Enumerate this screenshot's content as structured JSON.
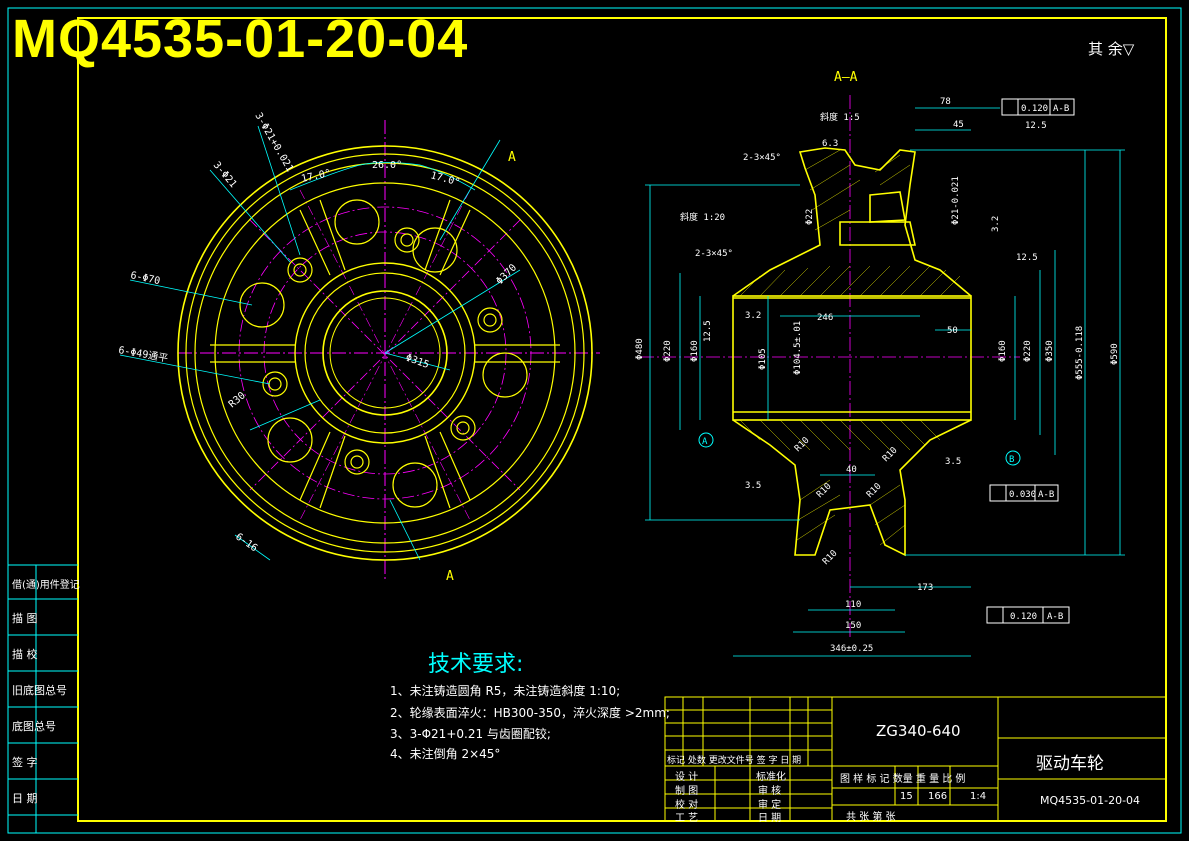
{
  "header": {
    "drawing_number_large": "MQ4535-01-20-04",
    "roughness_note": "其 余▽"
  },
  "views": {
    "section_title": "A—A",
    "section_mark_top": "A",
    "section_mark_bottom": "A"
  },
  "dimensions_front": {
    "d1": "3-Φ21+0.021",
    "d2": "3-Φ21",
    "d3": "6-Φ70",
    "d4": "6-Φ49通平",
    "d5": "26.0°",
    "d6": "17.0°",
    "d7": "17.0°",
    "d8": "Φ370",
    "d9": "Φ315",
    "d10": "R30",
    "d11": "6-16"
  },
  "dimensions_section": {
    "s1": "78",
    "s2": "45",
    "s3": "斜度 1:5",
    "s4": "2-3×45°",
    "s5": "斜度 1:20",
    "s6": "2-3×45°",
    "s7": "246",
    "s8": "50",
    "s9": "Φ480",
    "s10": "Φ220",
    "s11": "Φ160",
    "s12": "Φ105",
    "s13": "Φ104.5±.01",
    "s14": "Φ220",
    "s15": "Φ160",
    "s16": "Φ350",
    "s17": "Φ555-0.118",
    "s18": "Φ590",
    "s19": "40",
    "s20": "3.5",
    "s21": "3.5",
    "s22": "110",
    "s23": "150",
    "s24": "173",
    "s25": "346±0.25",
    "s26": "12.5",
    "s27": "3.2",
    "s28": "R10",
    "s29": "R10",
    "s30": "R10",
    "s31": "R10",
    "s32": "R10",
    "s33": "0.120",
    "s34": "A-B",
    "s35": "0.030",
    "s36": "A-B",
    "s37": "0.120",
    "s38": "A-B",
    "s39": "A",
    "s40": "B",
    "s41": "Φ22",
    "s42": "Φ21-0.021",
    "s43": "12.5",
    "s44": "3.2",
    "s45": "6.3",
    "s46": "12.5"
  },
  "technical_requirements": {
    "title": "技术要求:",
    "items": [
      "1、未注铸造圆角 R5，未注铸造斜度 1:10;",
      "2、轮缘表面淬火：HB300-350，淬火深度 >2mm;",
      "3、3-Φ21+0.21 与齿圈配铰;",
      "4、未注倒角 2×45°"
    ]
  },
  "title_block": {
    "material": "ZG340-640",
    "part_name": "驱动车轮",
    "drawing_number": "MQ4535-01-20-04",
    "rev_header": "标记 处数  更改文件号  签  字 日 期",
    "row_design": "设  计",
    "row_draw": "制  图",
    "row_check": "校  对",
    "row_process": "工  艺",
    "row_std": "标准化",
    "row_review": "审  核",
    "row_approve": "审  定",
    "row_date": "日  期",
    "col_headers": "图 样 标 记  数量  重  量   比  例",
    "quantity": "15",
    "weight": "166",
    "scale": "1:4",
    "sheets_row": "共    张      第      张"
  },
  "side_column": {
    "items": [
      "借(通)用件登记",
      "描    图",
      "描    校",
      "旧底图总号",
      "底图总号",
      "签    字",
      "日    期"
    ]
  },
  "colors": {
    "border": "#ffff00",
    "outline": "#ffff00",
    "dimension": "#00ffff",
    "centerline": "#ff00ff",
    "text": "#ffffff",
    "hatch": "#ffff00"
  }
}
